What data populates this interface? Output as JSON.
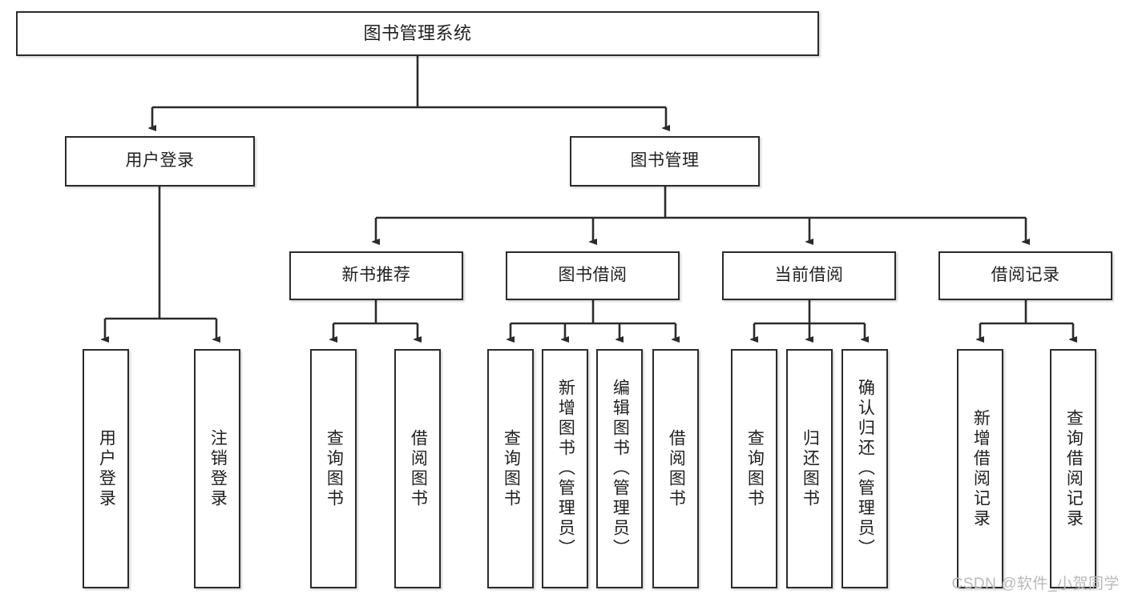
{
  "diagram": {
    "type": "tree",
    "title": "图书管理系统",
    "watermark": "CSDN @软件_小贺同学",
    "colors": {
      "box_border": "#2b2b2b",
      "box_fill": "#ffffff",
      "connector": "#2b2b2b",
      "text": "#1f1f1f",
      "watermark": "#b9b9b9"
    },
    "nodes": {
      "root": {
        "label": "图书管理系统",
        "orientation": "horizontal"
      },
      "l2": [
        {
          "label": "用户登录",
          "orientation": "horizontal"
        },
        {
          "label": "图书管理",
          "orientation": "horizontal"
        }
      ],
      "l3": [
        {
          "label": "新书推荐",
          "orientation": "horizontal"
        },
        {
          "label": "图书借阅",
          "orientation": "horizontal"
        },
        {
          "label": "当前借阅",
          "orientation": "horizontal"
        },
        {
          "label": "借阅记录",
          "orientation": "horizontal"
        }
      ],
      "leaves_user_login": [
        {
          "label": "用户登录",
          "orientation": "vertical"
        },
        {
          "label": "注销登录",
          "orientation": "vertical"
        }
      ],
      "leaves_new_book": [
        {
          "label": "查询图书",
          "orientation": "vertical"
        },
        {
          "label": "借阅图书",
          "orientation": "vertical"
        }
      ],
      "leaves_borrow": [
        {
          "label": "查询图书",
          "orientation": "vertical"
        },
        {
          "label": "新增图书（管理员）",
          "orientation": "vertical"
        },
        {
          "label": "编辑图书（管理员）",
          "orientation": "vertical"
        },
        {
          "label": "借阅图书",
          "orientation": "vertical"
        }
      ],
      "leaves_current": [
        {
          "label": "查询图书",
          "orientation": "vertical"
        },
        {
          "label": "归还图书",
          "orientation": "vertical"
        },
        {
          "label": "确认归还（管理员）",
          "orientation": "vertical"
        }
      ],
      "leaves_records": [
        {
          "label": "新增借阅记录",
          "orientation": "vertical"
        },
        {
          "label": "查询借阅记录",
          "orientation": "vertical"
        }
      ]
    }
  }
}
